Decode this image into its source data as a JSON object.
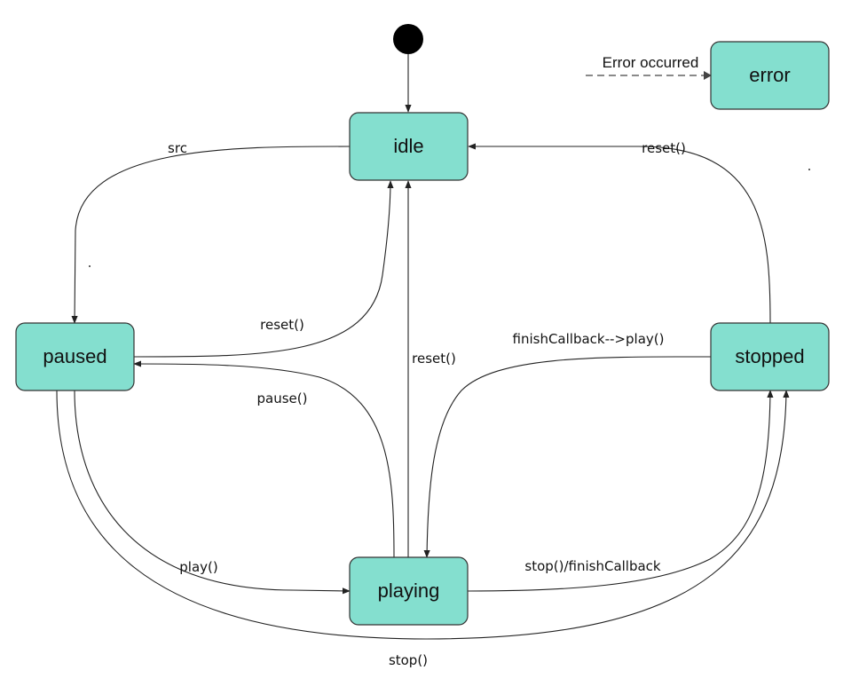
{
  "states": {
    "idle": "idle",
    "paused": "paused",
    "playing": "playing",
    "stopped": "stopped",
    "error": "error"
  },
  "transitions": {
    "src": "src",
    "reset_stopped_idle": "reset()",
    "reset_paused_idle": "reset()",
    "reset_playing_idle": "reset()",
    "pause": "pause()",
    "finish_callback_play": "finishCallback-->play()",
    "play": "play()",
    "stop_finish_callback": "stop()/finishCallback",
    "stop": "stop()"
  },
  "legend": {
    "error_occurred": "Error occurred"
  }
}
